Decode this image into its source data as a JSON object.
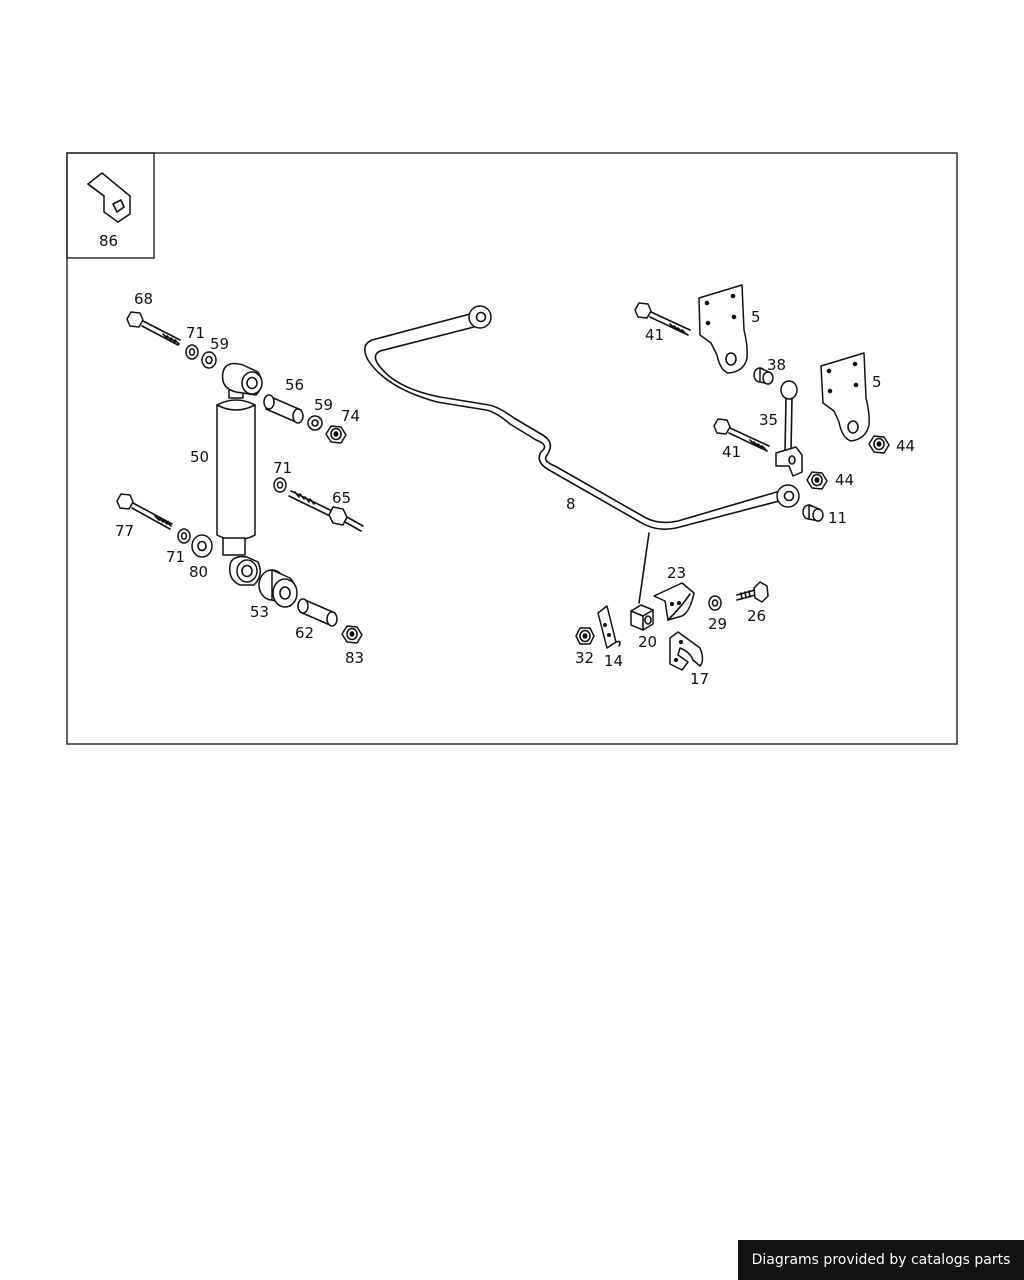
{
  "credit": "Diagrams provided by catalogs parts",
  "parts": {
    "p86": "86",
    "p68": "68",
    "p71a": "71",
    "p59a": "59",
    "p56": "56",
    "p59b": "59",
    "p74": "74",
    "p50": "50",
    "p71b": "71",
    "p65": "65",
    "p77": "77",
    "p71c": "71",
    "p80": "80",
    "p53": "53",
    "p62": "62",
    "p83": "83",
    "p8": "8",
    "p41a": "41",
    "p5a": "5",
    "p38": "38",
    "p5b": "5",
    "p35": "35",
    "p41b": "41",
    "p44a": "44",
    "p44b": "44",
    "p11": "11",
    "p23": "23",
    "p26": "26",
    "p29": "29",
    "p20": "20",
    "p32": "32",
    "p14": "14",
    "p17": "17"
  }
}
